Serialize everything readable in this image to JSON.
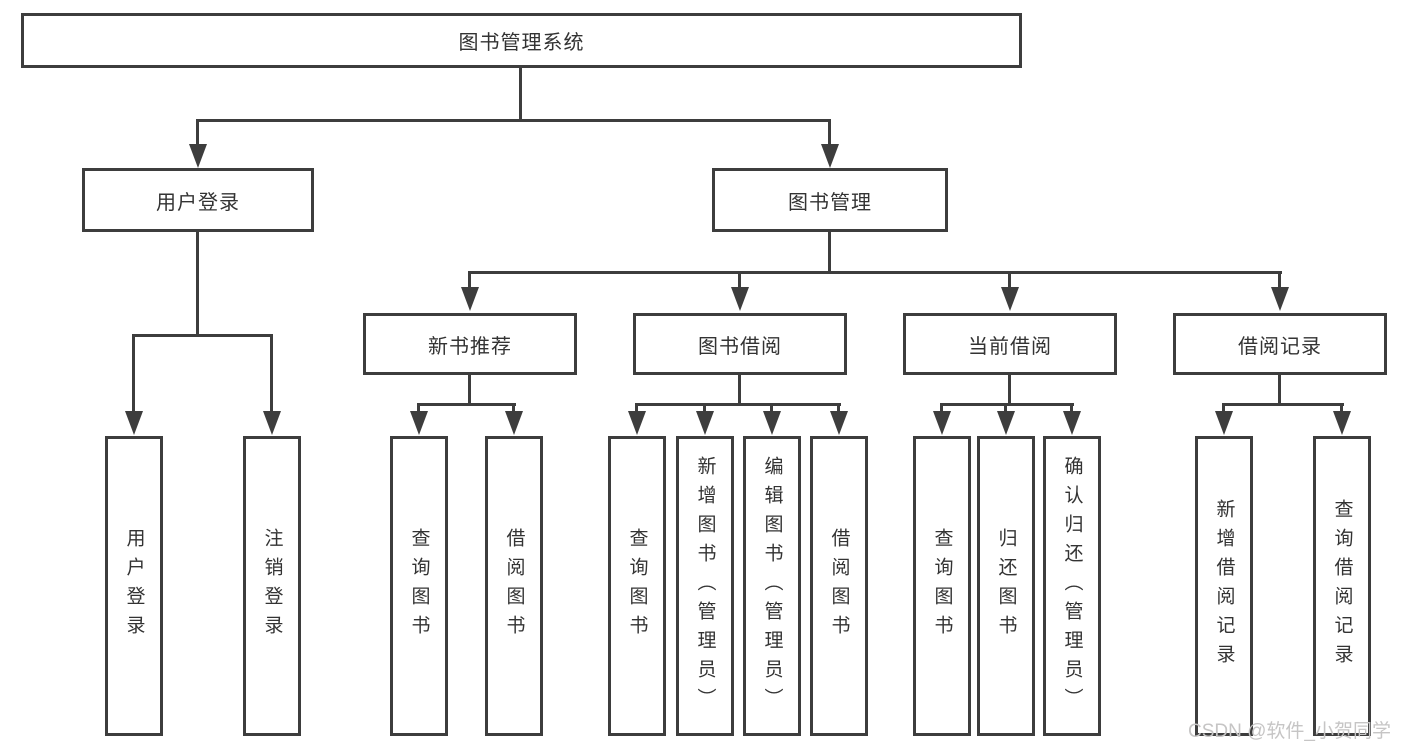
{
  "diagram_title": "图书管理系统",
  "watermark": "CSDN @软件_小贺同学",
  "colors": {
    "line": "#3d3d3d",
    "border": "#3d3d3d",
    "text": "#333333",
    "background": "#ffffff",
    "watermark": "#c6c5c5"
  },
  "nodes": {
    "root": {
      "label": "图书管理系统"
    },
    "l2": [
      {
        "label": "用户登录",
        "parent": "图书管理系统"
      },
      {
        "label": "图书管理",
        "parent": "图书管理系统"
      }
    ],
    "l3": [
      {
        "label": "新书推荐",
        "parent": "图书管理"
      },
      {
        "label": "图书借阅",
        "parent": "图书管理"
      },
      {
        "label": "当前借阅",
        "parent": "图书管理"
      },
      {
        "label": "借阅记录",
        "parent": "图书管理"
      }
    ],
    "leaves": [
      {
        "label": "用户登录",
        "parent": "用户登录"
      },
      {
        "label": "注销登录",
        "parent": "用户登录"
      },
      {
        "label": "查询图书",
        "parent": "新书推荐"
      },
      {
        "label": "借阅图书",
        "parent": "新书推荐"
      },
      {
        "label": "查询图书",
        "parent": "图书借阅"
      },
      {
        "label": "新增图书（管理员）",
        "parent": "图书借阅"
      },
      {
        "label": "编辑图书（管理员）",
        "parent": "图书借阅"
      },
      {
        "label": "借阅图书",
        "parent": "图书借阅"
      },
      {
        "label": "查询图书",
        "parent": "当前借阅"
      },
      {
        "label": "归还图书",
        "parent": "当前借阅"
      },
      {
        "label": "确认归还（管理员）",
        "parent": "当前借阅"
      },
      {
        "label": "新增借阅记录",
        "parent": "借阅记录"
      },
      {
        "label": "查询借阅记录",
        "parent": "借阅记录"
      }
    ]
  }
}
